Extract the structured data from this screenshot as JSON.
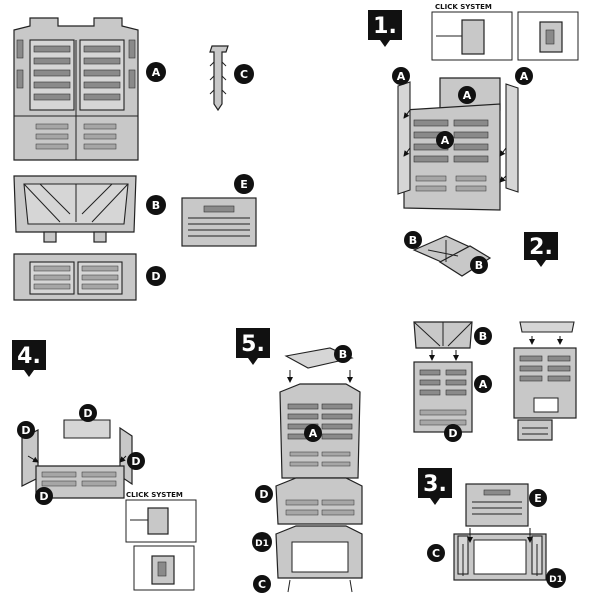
{
  "parts": {
    "A": "A",
    "B": "B",
    "C": "C",
    "D": "D",
    "D1": "D1",
    "E": "E"
  },
  "steps": [
    "1.",
    "2.",
    "3.",
    "4.",
    "5."
  ],
  "captions": {
    "click_system": "CLICK SYSTEM"
  }
}
